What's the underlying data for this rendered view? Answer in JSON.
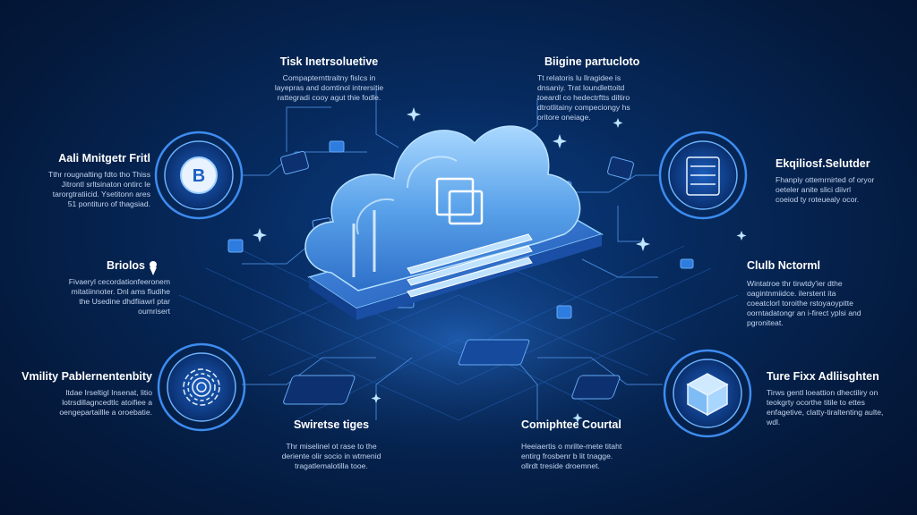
{
  "colors": {
    "background": "#041a3d",
    "accent": "#3d8cf0",
    "glow": "#8fd0ff",
    "cloud": "#5aa2ea",
    "text": "#ffffff",
    "muted_text": "#c3d4ee"
  },
  "features": {
    "top_left": {
      "title": "Tisk Inetrsoluetive",
      "lines": [
        "Compapternttraitny fislcs in",
        "layepras and domtinol intrersitie",
        "rattegradi cooy agut thie fodle."
      ]
    },
    "top_right": {
      "title": "Biigine partucloto",
      "lines": [
        "Tt relatoris lu llragidee is",
        "dnsaniy. Trat loundlettoitd",
        "toeardl co hedectrftts diltiro",
        "dtrotlitainy compeciongy hs",
        "oritore oneiage."
      ]
    },
    "left_1": {
      "title": "Aali Mnitgetr Fritl",
      "lines": [
        "Tthr rougnalting fdto tho Thiss",
        "Jitrontl srltsinaton ontirc le",
        "tarorgtratiicid. Ysetitonn ares",
        "51 pontituro of thagsiad."
      ],
      "icon": "coin-icon"
    },
    "left_2": {
      "title": "Briolos",
      "lines": [
        "Fivaeryl cecordationfeeronem",
        "mitatiinnoter. Dnl ams fludihe",
        "the Usedine dhdfiiawrl  ptar",
        "oumrisert"
      ],
      "icon": "ice-cream-icon"
    },
    "left_3": {
      "title": "Vmility Pablernentenbity",
      "lines": [
        "ltdae Irseltigl Insenat, litio",
        "lotrsdillagncedtlc atoifiee a",
        "oengepartaillle a oroebatie."
      ],
      "icon": "fingerprint-icon"
    },
    "bottom_center": {
      "title": "Swiretse tiges",
      "lines": [
        "Thr miselinel ot rase to the",
        "deriente olir socio in wtmenid",
        "tragatlemalotilla tooe."
      ]
    },
    "bottom_right": {
      "title": "Comiphtee Courtal",
      "lines": [
        "Heeiaertis o mrilte-mete titaht",
        "entirg frosbenr b lit tnagge.",
        "ollrdt treside droemnet."
      ]
    },
    "right_1": {
      "title": "Ekqiliosf.Selutder",
      "lines": [
        "Fhanpiy ottemrnirted of oryor",
        "oeteler anite slici diivrl",
        "coeiod ty roteuealy ocor."
      ],
      "icon": "server-rack-icon"
    },
    "right_2": {
      "title": "Clulb Nctorml",
      "lines": [
        "Wintatroe thr tirwtdy'ier dthe",
        "oagintnmiidce. ilerstent ita",
        "coeatclorl toroithe rstoyaoypitte",
        "oorntadatongr an i-firect yplsi and",
        "pgroniteat."
      ]
    },
    "right_3": {
      "title": "Ture Fixx Adliisghten",
      "lines": [
        "Tirws gentl loeattion dhectiliry on",
        "teokgrty ocorthe titile to ettes",
        "enfagetive, clatty-tiraltenting aulte,",
        "wdl."
      ],
      "icon": "cube-icon"
    }
  }
}
